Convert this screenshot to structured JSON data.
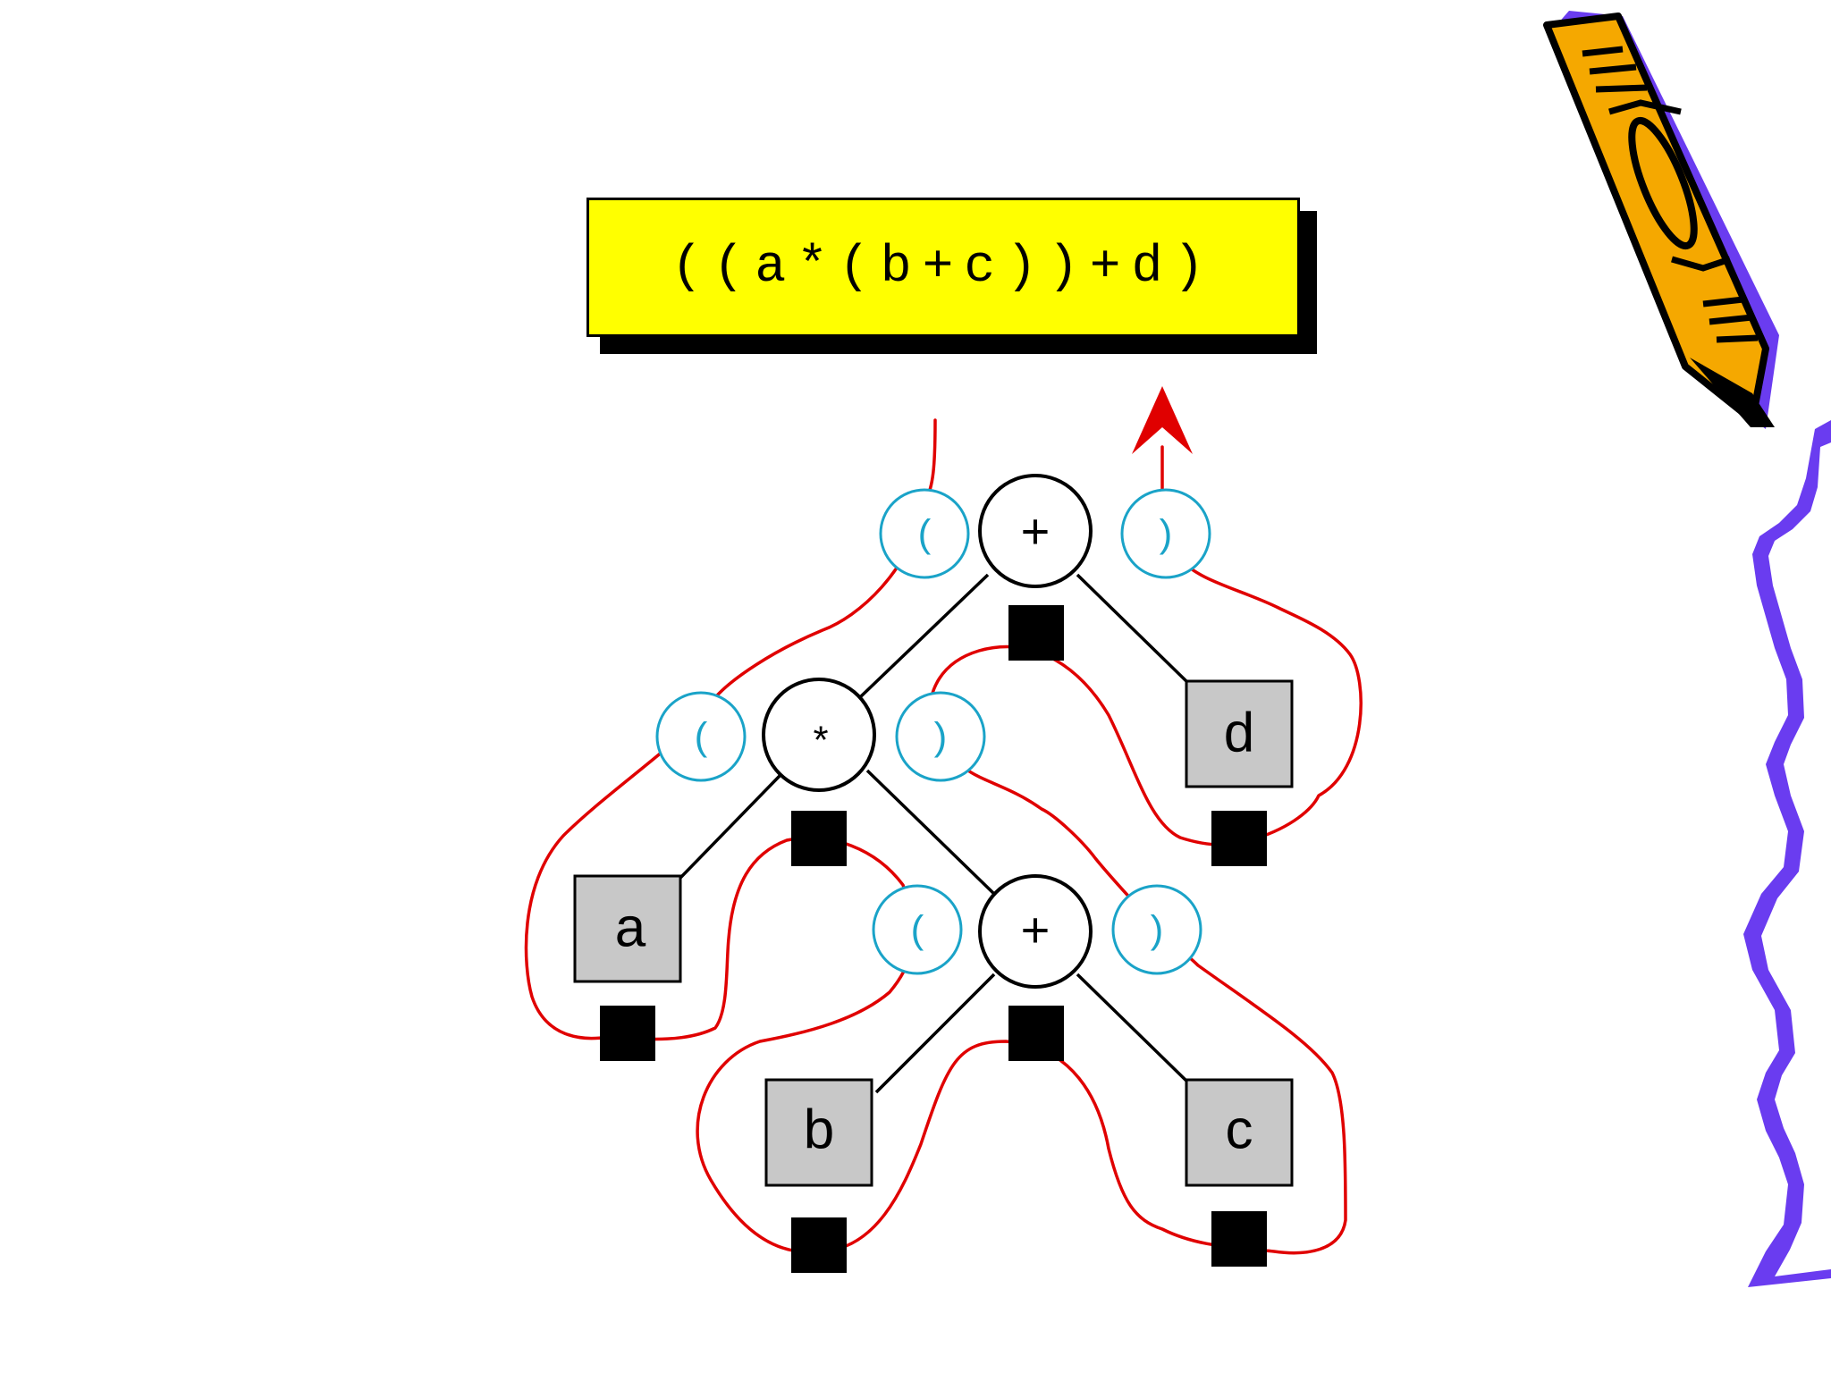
{
  "expression": "((a*(b+c))+d)",
  "nodes": {
    "root_op": "+",
    "mult_op": "*",
    "inner_op": "+",
    "leaf_a": "a",
    "leaf_b": "b",
    "leaf_c": "c",
    "leaf_d": "d"
  },
  "parens": {
    "open": "(",
    "close": ")"
  },
  "colors": {
    "expression_bg": "#ffff00",
    "traversal_line": "#e00000",
    "paren_circle": "#1aa3c8",
    "leaf_fill": "#c8c8c8",
    "pencil_body": "#f5a800",
    "decoration_purple": "#6a3cf0"
  },
  "icons": {
    "pencil": "pencil-icon",
    "arrow": "arrow-up-icon"
  }
}
